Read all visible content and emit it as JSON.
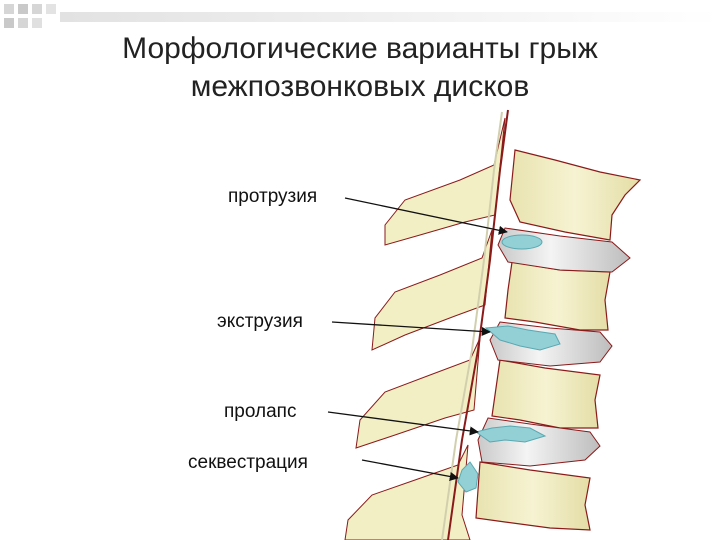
{
  "title": {
    "line1": "Морфологические варианты грыж",
    "line2": "межпозвонковых дисков"
  },
  "labels": {
    "protrusion": "протрузия",
    "extrusion": "экструзия",
    "prolapse": "пролапс",
    "sequestration": "секвестрация"
  },
  "colors": {
    "bone_fill": "#f3efc4",
    "bone_outline": "#8b1a1a",
    "disc_fill": "#e4e4e4",
    "herniation": "#93d0d6",
    "title_text": "#222222",
    "corner_squares": "#cfcfcf"
  }
}
